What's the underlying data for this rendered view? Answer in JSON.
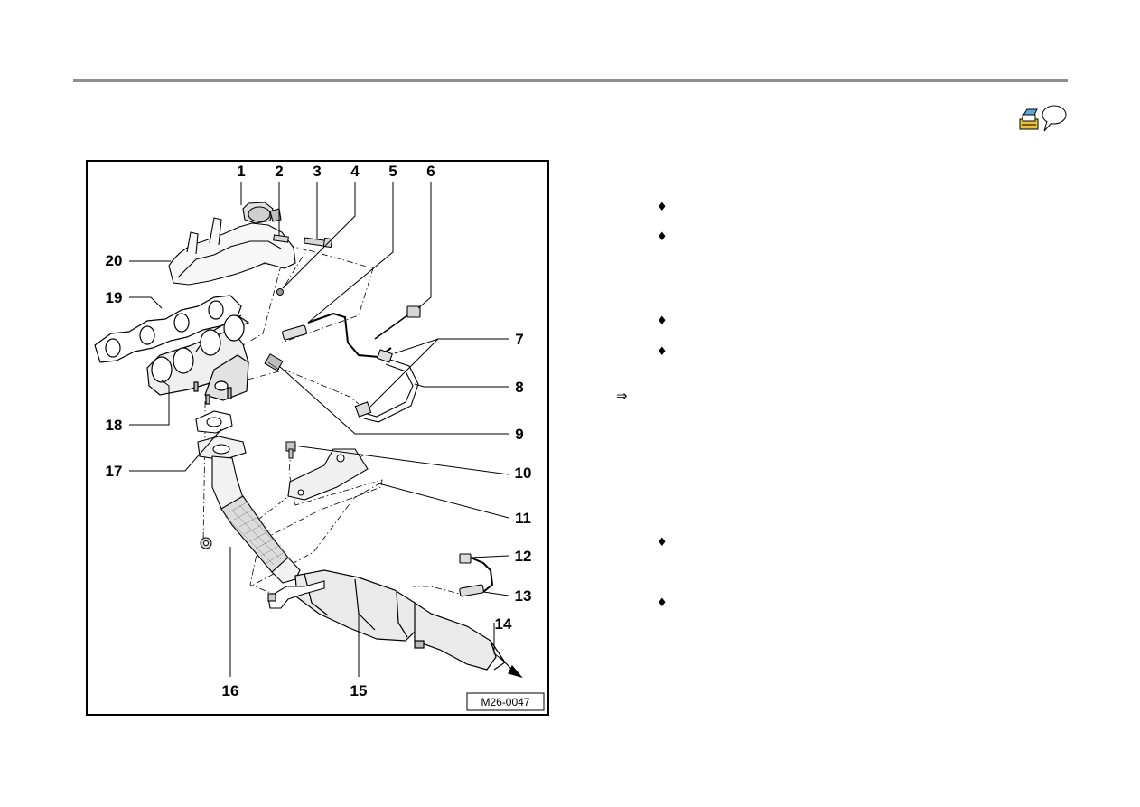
{
  "page": {
    "toolbar": [
      {
        "name": "print-icon"
      },
      {
        "name": "speech-bubble-icon"
      }
    ]
  },
  "figure": {
    "id": "M26-0047",
    "callouts": [
      {
        "key": "c1",
        "text": "1"
      },
      {
        "key": "c2",
        "text": "2"
      },
      {
        "key": "c3",
        "text": "3"
      },
      {
        "key": "c4",
        "text": "4"
      },
      {
        "key": "c5",
        "text": "5"
      },
      {
        "key": "c6",
        "text": "6"
      },
      {
        "key": "c7",
        "text": "7"
      },
      {
        "key": "c8",
        "text": "8"
      },
      {
        "key": "c9",
        "text": "9"
      },
      {
        "key": "c10",
        "text": "10"
      },
      {
        "key": "c11",
        "text": "11"
      },
      {
        "key": "c12",
        "text": "12"
      },
      {
        "key": "c13",
        "text": "13"
      },
      {
        "key": "c14",
        "text": "14"
      },
      {
        "key": "c15",
        "text": "15"
      },
      {
        "key": "c16",
        "text": "16"
      },
      {
        "key": "c17",
        "text": "17"
      },
      {
        "key": "c18",
        "text": "18"
      },
      {
        "key": "c19",
        "text": "19"
      },
      {
        "key": "c20",
        "text": "20"
      }
    ]
  },
  "text_markers": {
    "bullet_glyph": "♦",
    "arrow_glyph": "⇒",
    "bullet_count": 6
  }
}
